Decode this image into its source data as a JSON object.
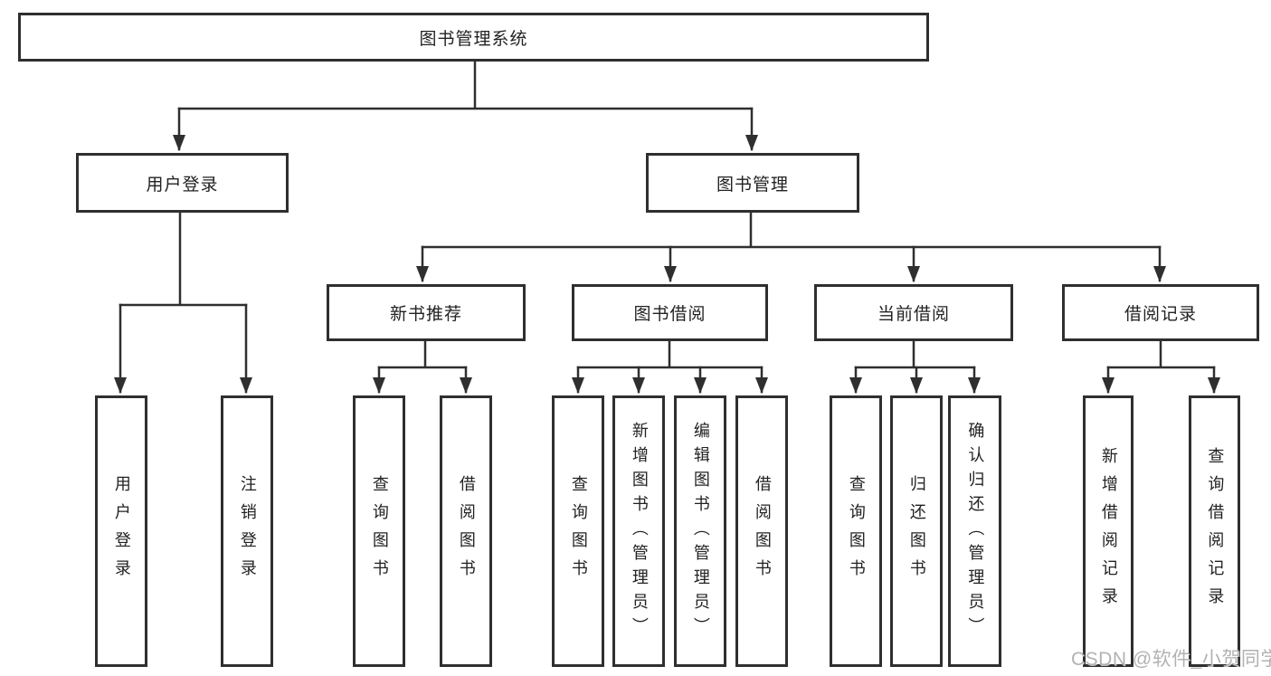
{
  "diagram": {
    "type": "hierarchy-diagram",
    "title": "图书管理系统",
    "nodes": {
      "root": "图书管理系统",
      "user_login": "用户登录",
      "book_mgmt": "图书管理",
      "leaf_user_login": "用户登录",
      "leaf_logout": "注销登录",
      "new_book_rec": "新书推荐",
      "book_borrow": "图书借阅",
      "current_borrow": "当前借阅",
      "borrow_records": "借阅记录",
      "rec_query_books": "查询图书",
      "rec_borrow_books": "借阅图书",
      "bb_query_books": "查询图书",
      "bb_add_books": "新增图书（管理员）",
      "bb_edit_books": "编辑图书（管理员）",
      "bb_borrow_books": "借阅图书",
      "cur_query_books": "查询图书",
      "cur_return_books": "归还图书",
      "cur_confirm_return": "确认归还（管理员）",
      "br_add_record": "新增借阅记录",
      "br_query_record": "查询借阅记录"
    },
    "tree": {
      "图书管理系统": {
        "用户登录": [
          "用户登录",
          "注销登录"
        ],
        "图书管理": {
          "新书推荐": [
            "查询图书",
            "借阅图书"
          ],
          "图书借阅": [
            "查询图书",
            "新增图书（管理员）",
            "编辑图书（管理员）",
            "借阅图书"
          ],
          "当前借阅": [
            "查询图书",
            "归还图书",
            "确认归还（管理员）"
          ],
          "借阅记录": [
            "新增借阅记录",
            "查询借阅记录"
          ]
        }
      }
    },
    "colors": {
      "line": "#2f2f2f",
      "box_border": "#2f2f2f",
      "box_fill": "#ffffff",
      "text": "#222222",
      "background": "#ffffff"
    }
  },
  "watermark": {
    "text": "CSDN @软件_小贺同学",
    "color": "#b2b2b2"
  }
}
